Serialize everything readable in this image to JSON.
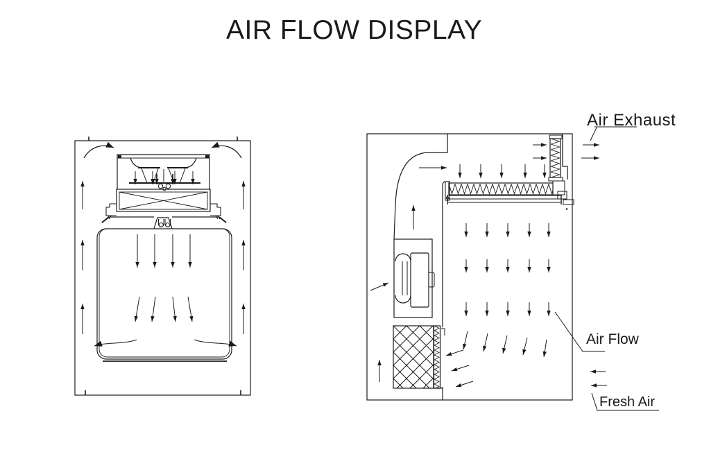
{
  "title": "AIR FLOW DISPLAY",
  "labels": {
    "air_exhaust": "Air Exhaust",
    "air_flow": "Air Flow",
    "fresh_air": "Fresh Air"
  },
  "colors": {
    "background": "#ffffff",
    "line": "#1a1a1a"
  }
}
